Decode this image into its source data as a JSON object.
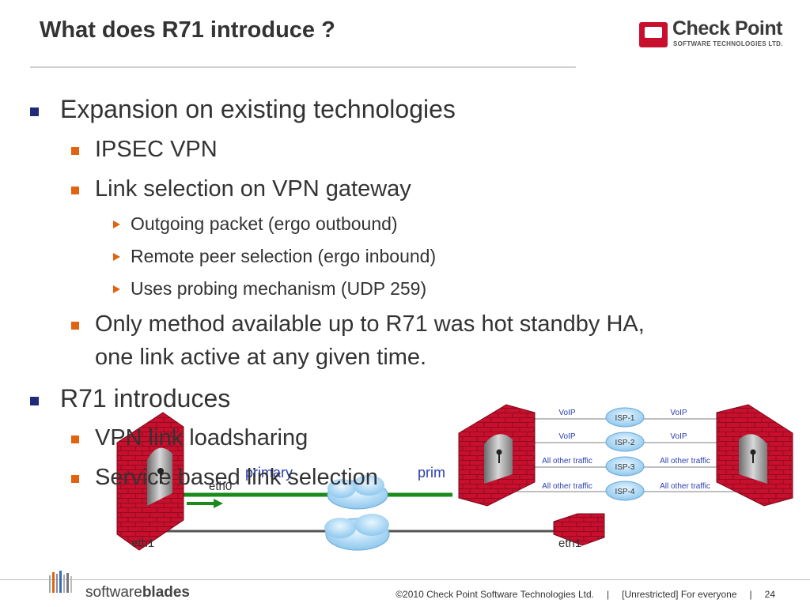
{
  "slide": {
    "title": "What does R71 introduce ?"
  },
  "logo": {
    "name": "Check Point",
    "tagline": "SOFTWARE TECHNOLOGIES LTD."
  },
  "bullets": [
    {
      "level": 1,
      "text": "Expansion on existing technologies"
    },
    {
      "level": 2,
      "text": "IPSEC VPN"
    },
    {
      "level": 2,
      "text": "Link selection on VPN gateway"
    },
    {
      "level": 3,
      "text": "Outgoing packet (ergo outbound)"
    },
    {
      "level": 3,
      "text": "Remote peer selection (ergo inbound)"
    },
    {
      "level": 3,
      "text": "Uses probing mechanism (UDP 259)"
    },
    {
      "level": 2,
      "text": "Only method available up to R71 was hot standby HA,"
    },
    {
      "level": 2,
      "text": "one link active at any given time."
    },
    {
      "level": 1,
      "text": "R71 introduces"
    },
    {
      "level": 2,
      "text": "VPN link loadsharing"
    },
    {
      "level": 2,
      "text": "Service based link selection"
    }
  ],
  "diagram_left": {
    "label_eth0": "eth0",
    "label_eth1_left": "eth1",
    "label_eth1_right": "eth1",
    "label_primary": "primary",
    "label_prim": "prim"
  },
  "diagram_right": {
    "isps": [
      "ISP-1",
      "ISP-2",
      "ISP-3",
      "ISP-4"
    ],
    "left_labels": [
      "VoIP",
      "VoIP",
      "All other traffic",
      "All other traffic"
    ],
    "right_labels": [
      "VoIP",
      "VoIP",
      "All other traffic",
      "All other traffic"
    ]
  },
  "footer": {
    "brand_light": "software",
    "brand_bold": "blades",
    "copyright": "©2010 Check Point Software Technologies Ltd.",
    "sep1": "|",
    "classification": "[Unrestricted] For everyone",
    "sep2": "|",
    "page": "24"
  },
  "colors": {
    "title": "#333333",
    "bullet_l1": "#1f2a78",
    "bullet_l2": "#e2620e",
    "wall": "#c8102e",
    "primary_link": "#1a8a1a",
    "label_blue": "#2b3fb0"
  },
  "icons": [
    "firewall-icon",
    "cloud-icon",
    "arrow-right-icon"
  ]
}
